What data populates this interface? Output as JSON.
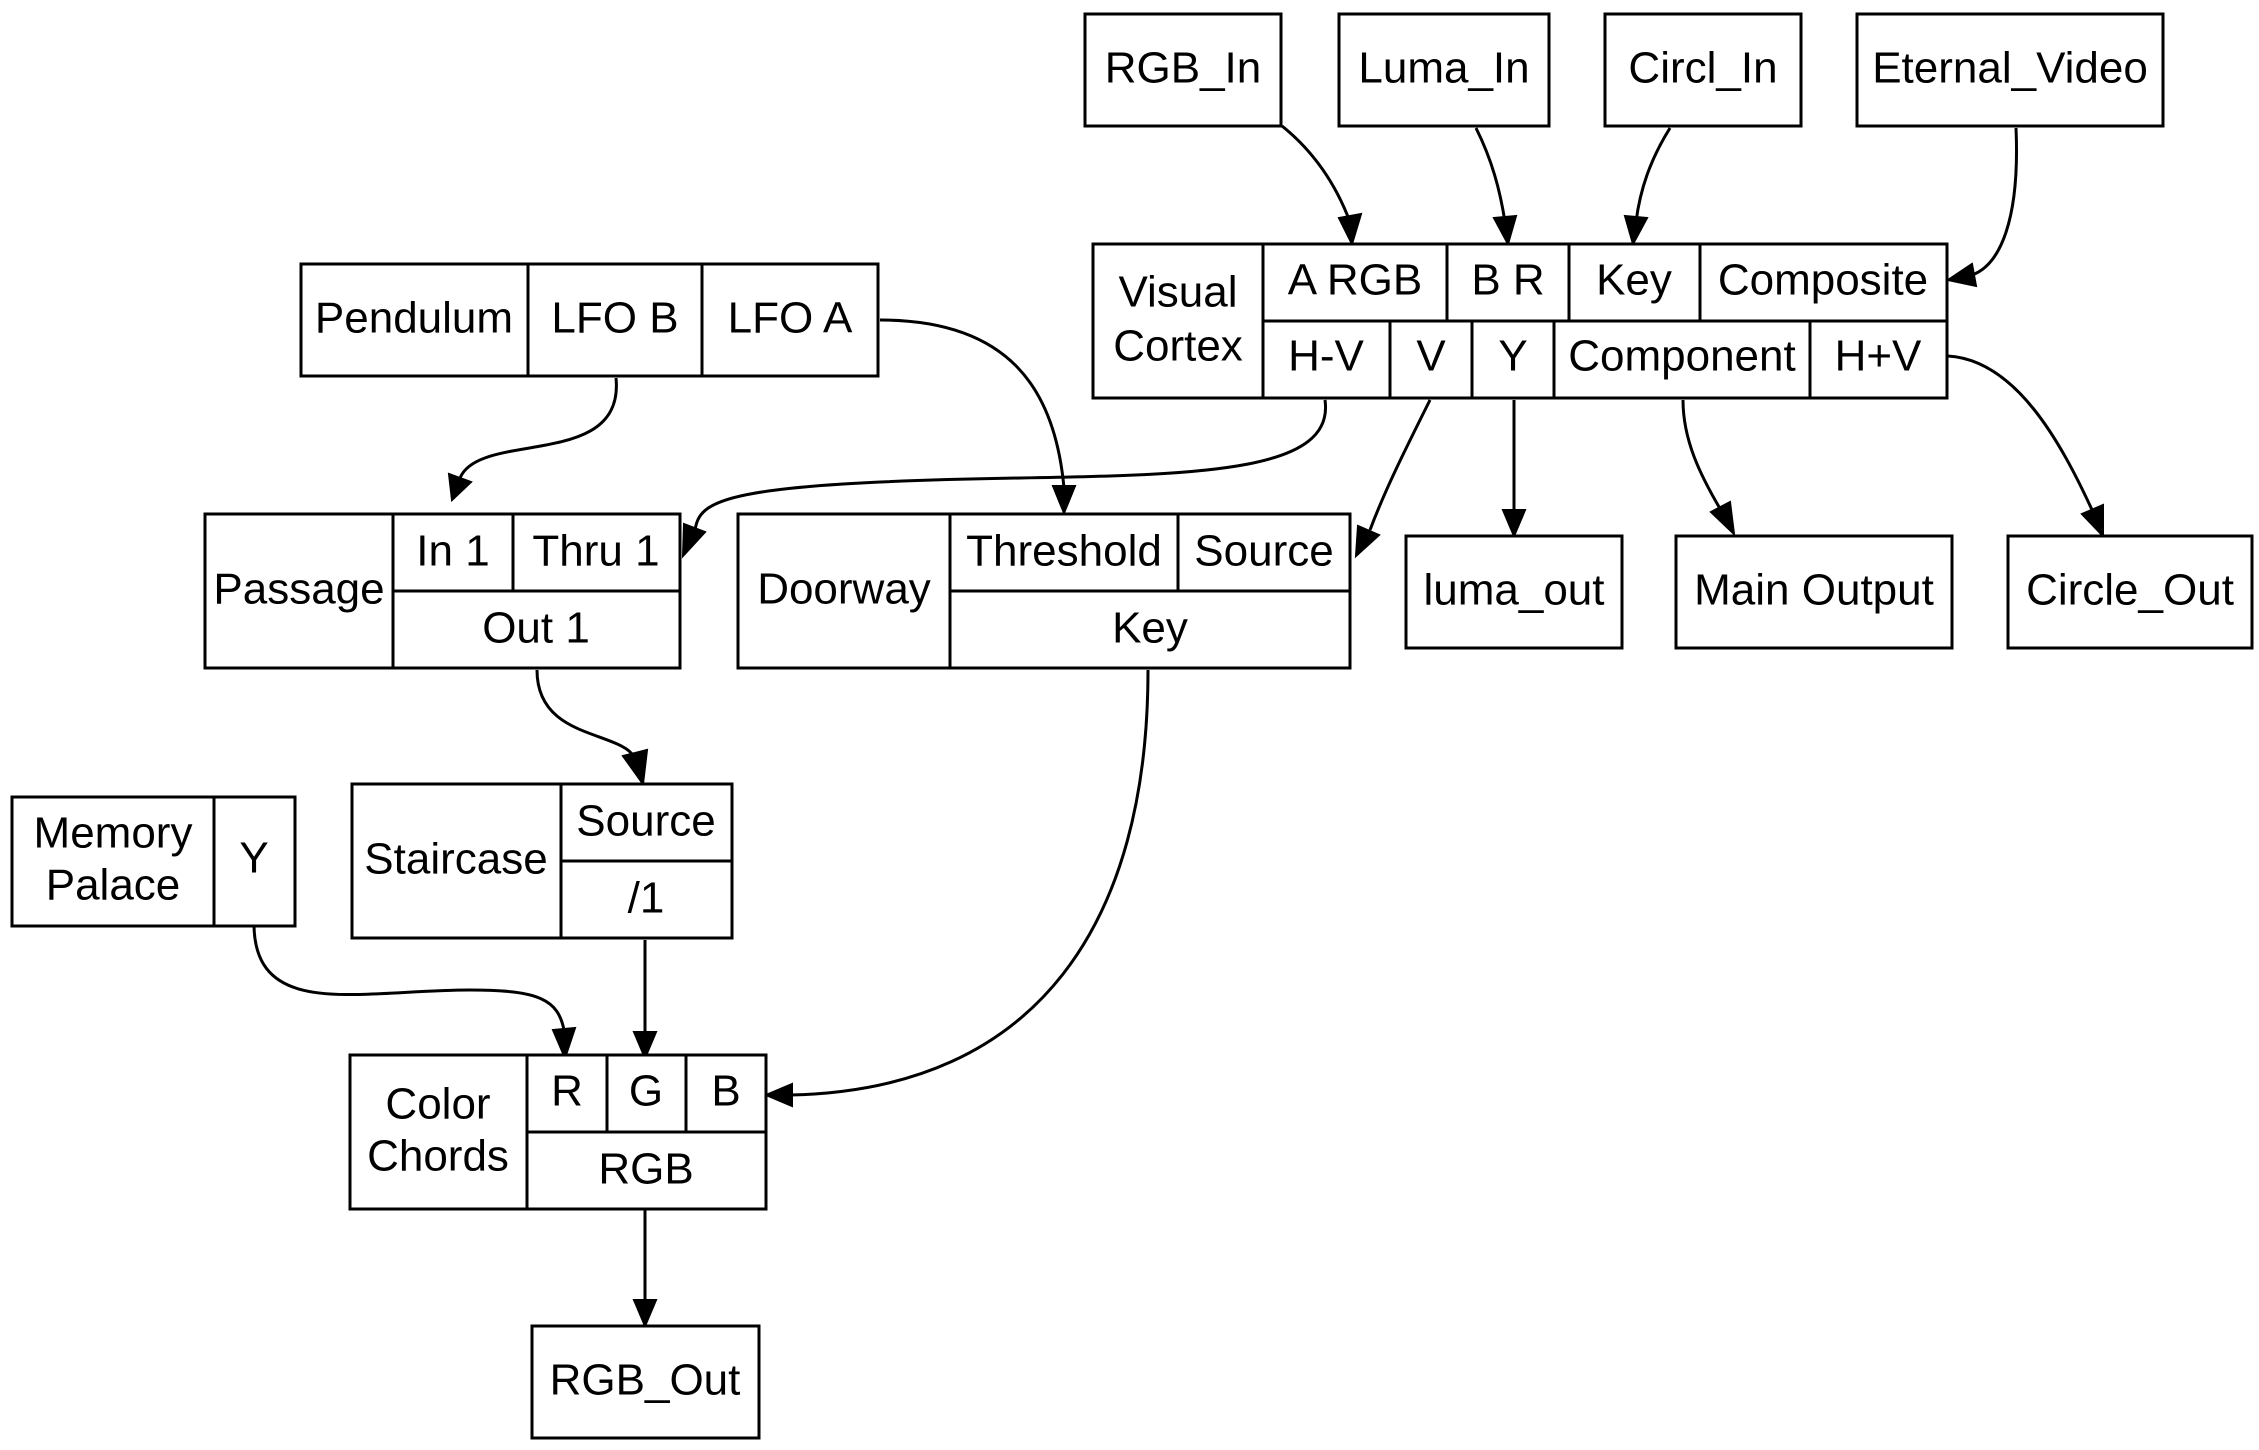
{
  "nodes": {
    "rgb_in": "RGB_In",
    "luma_in": "Luma_In",
    "circl_in": "Circl_In",
    "eternal_video": "Eternal_Video",
    "visual_cortex": {
      "name_line1": "Visual",
      "name_line2": "Cortex",
      "inputs": [
        "A RGB",
        "B R",
        "Key",
        "Composite"
      ],
      "outputs": [
        "H-V",
        "V",
        "Y",
        "Component",
        "H+V"
      ]
    },
    "pendulum": {
      "name": "Pendulum",
      "outputs": [
        "LFO B",
        "LFO A"
      ]
    },
    "passage": {
      "name": "Passage",
      "inputs": [
        "In 1",
        "Thru 1"
      ],
      "outputs": [
        "Out 1"
      ]
    },
    "doorway": {
      "name": "Doorway",
      "inputs": [
        "Threshold",
        "Source"
      ],
      "outputs": [
        "Key"
      ]
    },
    "luma_out": "luma_out",
    "main_output": "Main Output",
    "circle_out": "Circle_Out",
    "memory_palace": {
      "name_line1": "Memory",
      "name_line2": "Palace",
      "outputs": [
        "Y"
      ]
    },
    "staircase": {
      "name": "Staircase",
      "inputs": [
        "Source"
      ],
      "outputs": [
        "/1"
      ]
    },
    "color_chords": {
      "name_line1": "Color",
      "name_line2": "Chords",
      "inputs": [
        "R",
        "G",
        "B"
      ],
      "outputs": [
        "RGB"
      ]
    },
    "rgb_out": "RGB_Out"
  }
}
